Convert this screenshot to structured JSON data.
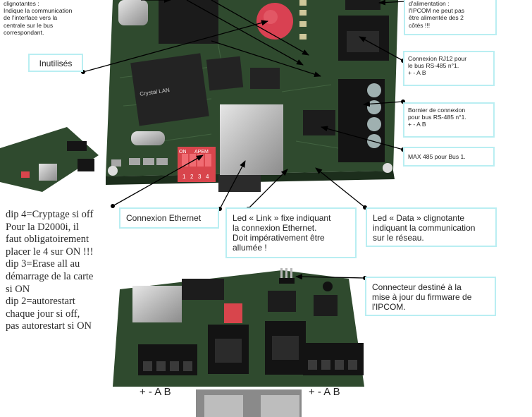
{
  "callouts": {
    "top_left": "clignotantes :\nIndique la communication\nde l'interface vers la\ncentrale sur le bus\ncorrespondant.",
    "unused": "Inutilisés",
    "power": "d'alimentation :\nl'IPCOM ne peut pas\nêtre alimentée des 2\ncôtés !!!",
    "rj12": "Connexion RJ12 pour\nle bus RS-485 n°1.\n+ - A B",
    "terminal": "Bornier de connexion\npour bus RS-485 n°1.\n+ - A B",
    "max485": "MAX 485 pour Bus 1.",
    "ethernet": "Connexion Ethernet",
    "link_led": "Led « Link » fixe indiquant\nla connexion Ethernet.\nDoit impérativement être\nallumée !",
    "data_led": "Led « Data » clignotante\nindiquant la communication\nsur le réseau.",
    "firmware": "Connecteur destiné à la\nmise à jour du firmware de\nl'IPCOM."
  },
  "dip_notes": "dip 4=Cryptage si off\nPour la D2000i, il\nfaut obligatoirement\nplacer le 4 sur ON !!!\ndip 3=Erase all au\ndémarrage de la carte\nsi ON\ndip 2=autorestart\nchaque jour si off,\npas autorestart si ON",
  "board": {
    "dip_label_left": "ON",
    "dip_label_right": "APEM",
    "dip_numbers": [
      "1",
      "2",
      "3",
      "4"
    ],
    "chip_brand": "Crystal LAN",
    "terminal_left": "+  -  A  B",
    "terminal_right": "+  -  A  B"
  },
  "colors": {
    "pcb": "#2f4a2e",
    "callout_border": "#b9eef2",
    "dip_switch": "#e8484f"
  }
}
